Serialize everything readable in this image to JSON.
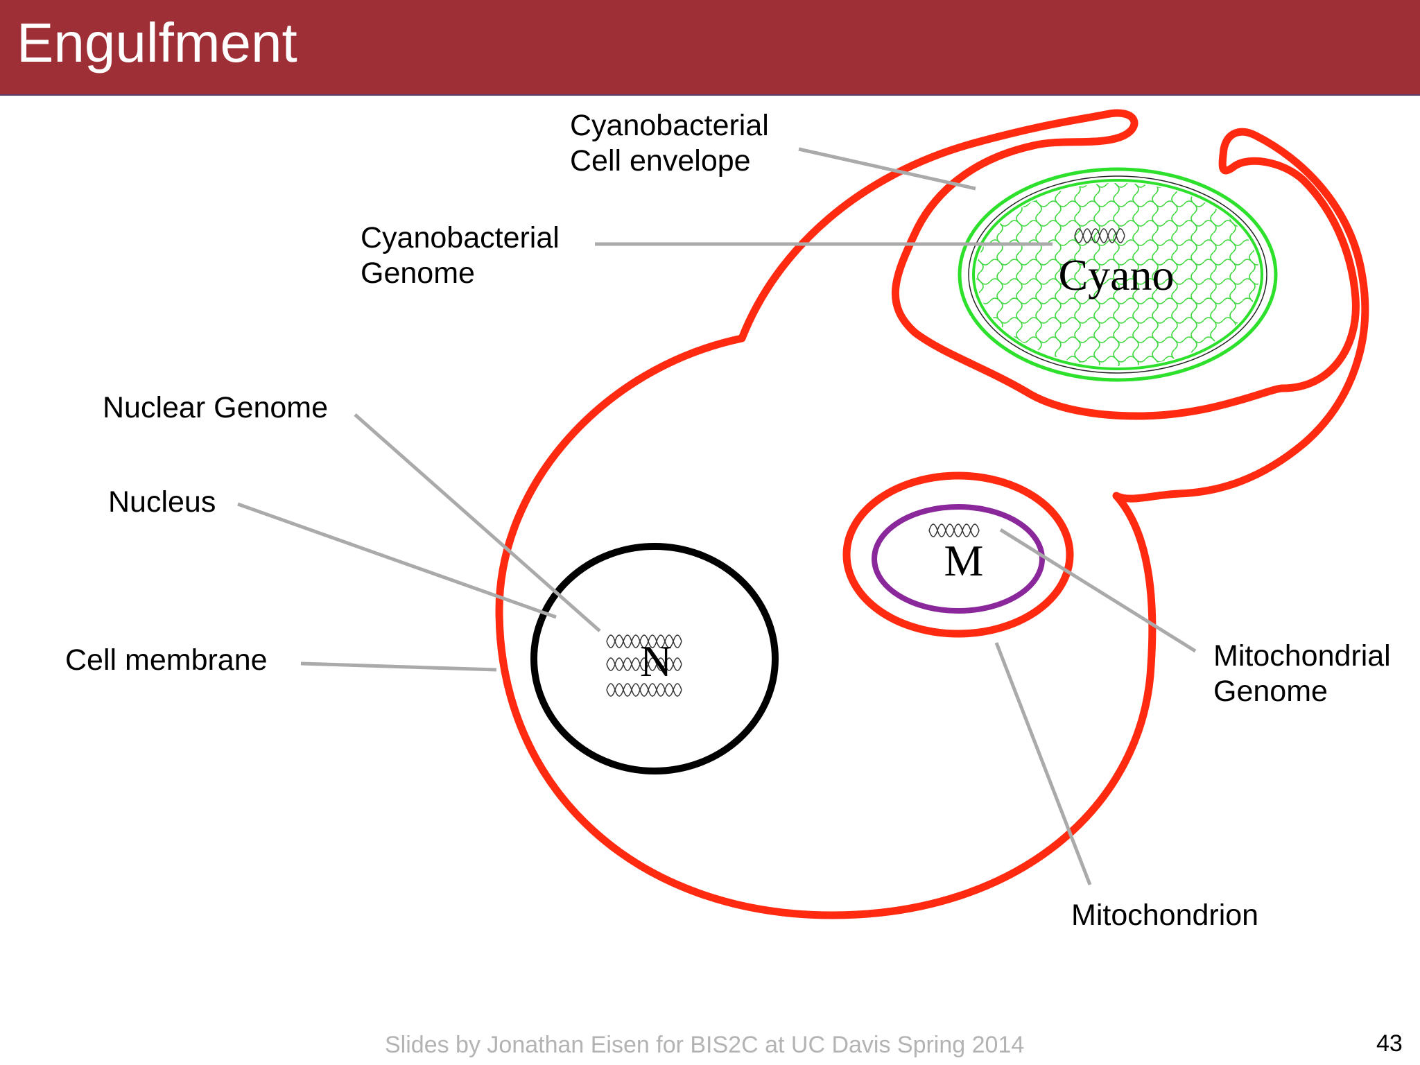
{
  "slide": {
    "title": "Engulfment",
    "footer": "Slides by Jonathan Eisen for BIS2C at UC Davis Spring 2014",
    "page_number": "43"
  },
  "colors": {
    "header": "#9f2f36",
    "membrane": "#ff2a10",
    "cyano_green": "#2ce02c",
    "mito_purple": "#8a279a",
    "leader_line": "#aaaaaa"
  },
  "diagram": {
    "cyano_label": "Cyano",
    "mito_label": "M",
    "nucleus_label": "N",
    "labels": {
      "cyanobacterial_cell_envelope": [
        "Cyanobacterial",
        "Cell envelope"
      ],
      "cyanobacterial_genome": [
        "Cyanobacterial",
        "Genome"
      ],
      "nuclear_genome": "Nuclear Genome",
      "nucleus": "Nucleus",
      "cell_membrane": "Cell membrane",
      "mitochondrial_genome": [
        "Mitochondrial",
        "Genome"
      ],
      "mitochondrion": "Mitochondrion"
    }
  }
}
